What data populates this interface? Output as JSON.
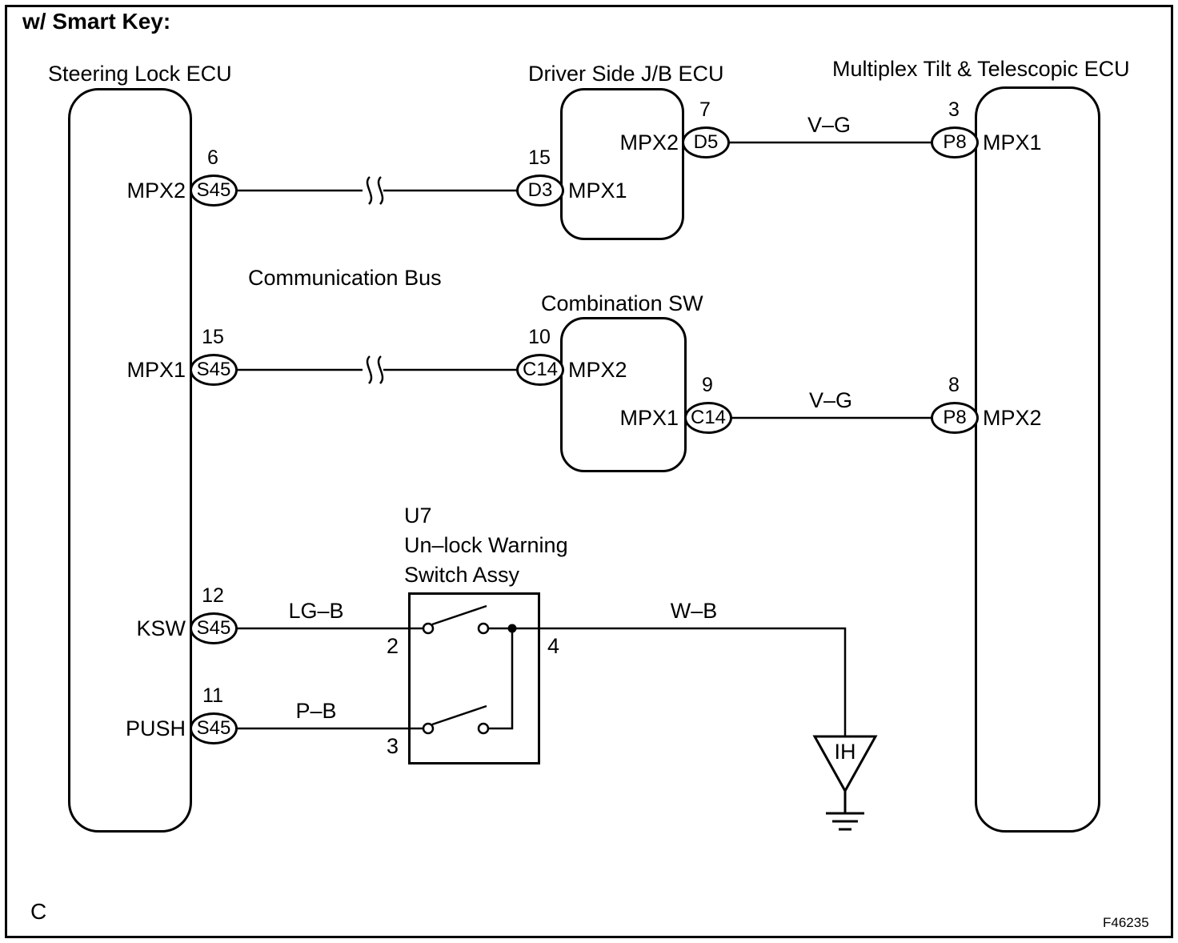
{
  "title": "w/ Smart Key:",
  "footer": {
    "left_label": "C",
    "right_label": "F46235"
  },
  "blocks": {
    "steering_lock_ecu": "Steering Lock ECU",
    "driver_side_jb_ecu": "Driver Side J/B ECU",
    "multiplex_ecu": "Multiplex Tilt & Telescopic ECU",
    "combination_sw": "Combination SW",
    "switch_assy": {
      "line1": "U7",
      "line2": "Un–lock Warning",
      "line3": "Switch Assy"
    }
  },
  "bus_label": "Communication Bus",
  "connectors": {
    "steering_mpx2": {
      "pin": "6",
      "code": "S45",
      "signal": "MPX2"
    },
    "jb_mpx1": {
      "pin": "15",
      "code": "D3",
      "signal": "MPX1"
    },
    "jb_mpx2": {
      "pin": "7",
      "code": "D5",
      "signal": "MPX2"
    },
    "multiplex_mpx1": {
      "pin": "3",
      "code": "P8",
      "signal": "MPX1"
    },
    "steering_mpx1": {
      "pin": "15",
      "code": "S45",
      "signal": "MPX1"
    },
    "comb_mpx2": {
      "pin": "10",
      "code": "C14",
      "signal": "MPX2"
    },
    "comb_mpx1": {
      "pin": "9",
      "code": "C14",
      "signal": "MPX1"
    },
    "multiplex_mpx2": {
      "pin": "8",
      "code": "P8",
      "signal": "MPX2"
    },
    "steering_ksw": {
      "pin": "12",
      "code": "S45",
      "signal": "KSW"
    },
    "steering_push": {
      "pin": "11",
      "code": "S45",
      "signal": "PUSH"
    }
  },
  "wire_labels": {
    "vg_top": "V–G",
    "vg_bottom": "V–G",
    "lgb": "LG–B",
    "pb": "P–B",
    "wb": "W–B"
  },
  "switch_terminals": {
    "t2": "2",
    "t3": "3",
    "t4": "4"
  },
  "ground_label": "IH",
  "colors": {
    "line": "#000000",
    "background": "#ffffff"
  }
}
